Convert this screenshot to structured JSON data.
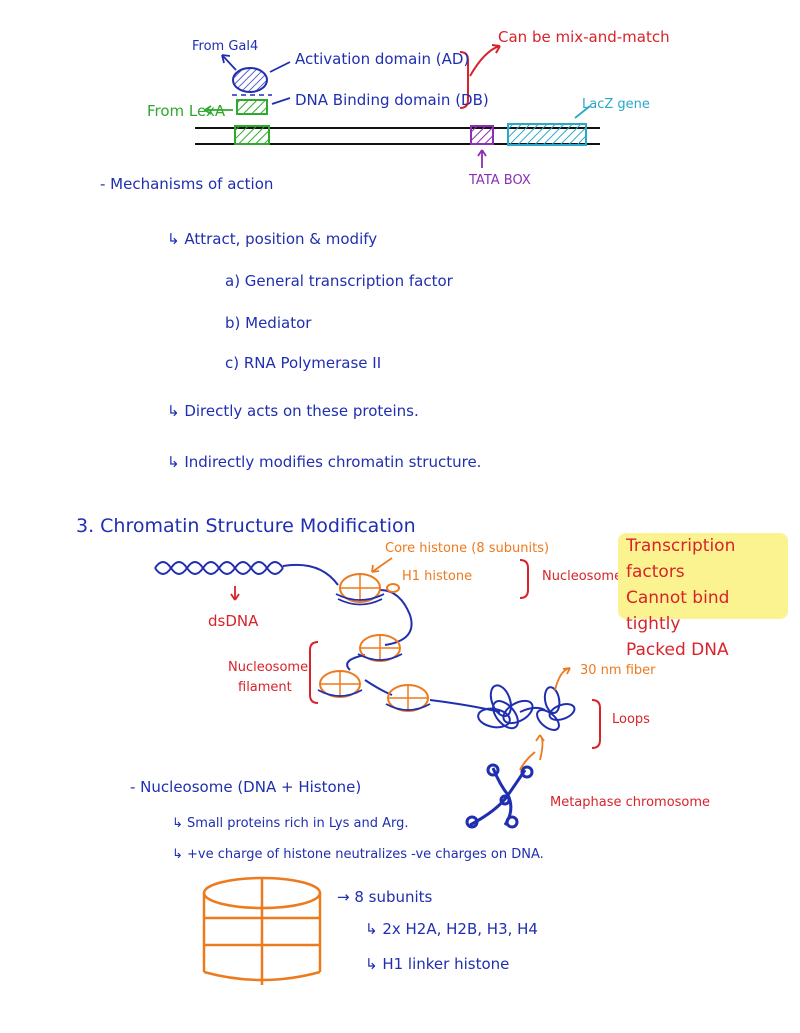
{
  "top_diagram": {
    "from_gal4": "From Gal4",
    "activation_domain": "Activation domain (AD)",
    "dna_binding_domain": "DNA Binding domain (DB)",
    "from_lexa": "From LexA",
    "mix_and_match": "Can be mix-and-match",
    "lacz_gene": "LacZ gene",
    "tata_box": "TATA BOX"
  },
  "mechanisms": {
    "heading": "- Mechanisms of action",
    "attract": "↳ Attract, position & modify",
    "items": [
      "a) General transcription factor",
      "b) Mediator",
      "c) RNA Polymerase II"
    ],
    "directly": "↳ Directly acts on these proteins.",
    "indirectly": "↳ Indirectly modifies chromatin structure."
  },
  "chromatin": {
    "heading": "3. Chromatin Structure Modification",
    "core_histone": "Core histone (8 subunits)",
    "h1_histone": "H1 histone",
    "nucleosome": "Nucleosome",
    "dsdna": "dsDNA",
    "nucleosome_filament_1": "Nucleosome",
    "nucleosome_filament_2": "filament",
    "fiber": "30 nm fiber",
    "loops": "Loops",
    "metaphase": "Metaphase chromosome",
    "note_lines": [
      "Transcription factors",
      "Cannot bind tightly",
      "Packed DNA"
    ]
  },
  "nucleosome_section": {
    "heading": "- Nucleosome (DNA + Histone)",
    "line1": "↳ Small proteins rich in Lys and Arg.",
    "line2": "↳ +ve charge of histone neutralizes -ve charges on DNA.",
    "subunits": "→ 8 subunits",
    "subunits_detail": "↳ 2x H2A, H2B, H3, H4",
    "linker": "↳ H1 linker histone"
  },
  "colors": {
    "blue": "#1f2fb0",
    "red": "#d8232a",
    "orange": "#ee7a1e",
    "green": "#2ea82e",
    "purple": "#8b2fb6",
    "cyan": "#2aa7c9",
    "highlight": "#fbf38f"
  }
}
